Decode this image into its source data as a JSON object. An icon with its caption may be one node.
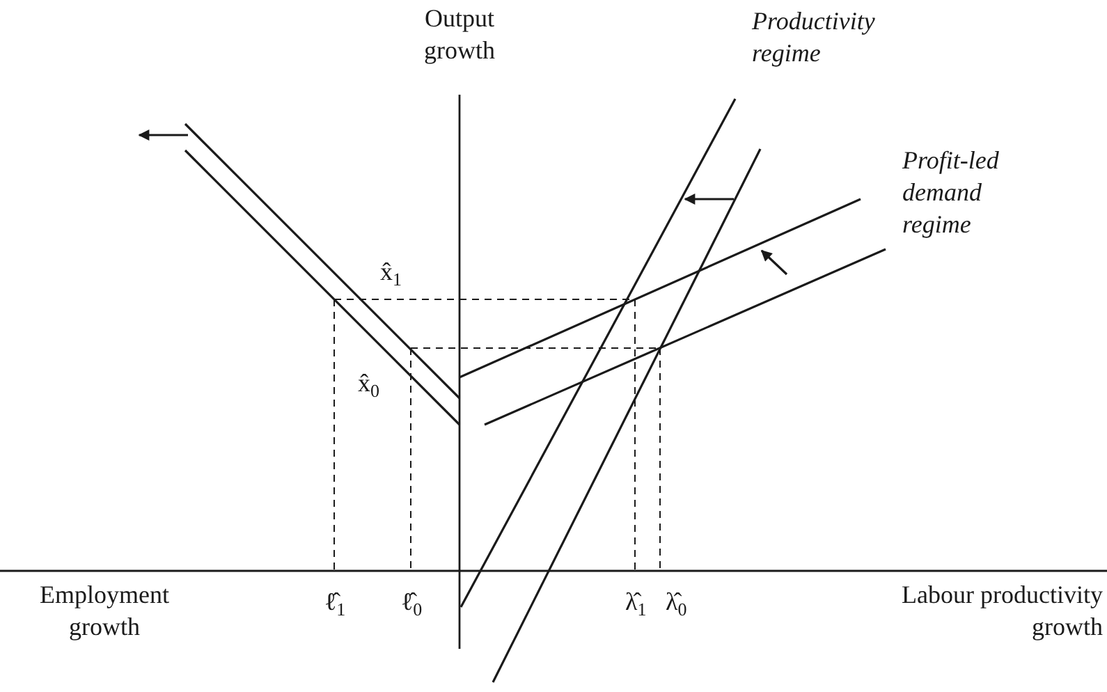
{
  "diagram": {
    "labels": [
      "Output growth",
      "Productivity regime",
      "Profit-led demand regime",
      "x̂$_{1}$",
      "x̂$_{0}$",
      "Employment growth",
      "ℓ̂$_{1}$",
      "ℓ̂$_{0}$",
      "λ̂$_{1}$",
      "λ̂$_{0}$",
      "Labour productivity growth"
    ]
  }
}
